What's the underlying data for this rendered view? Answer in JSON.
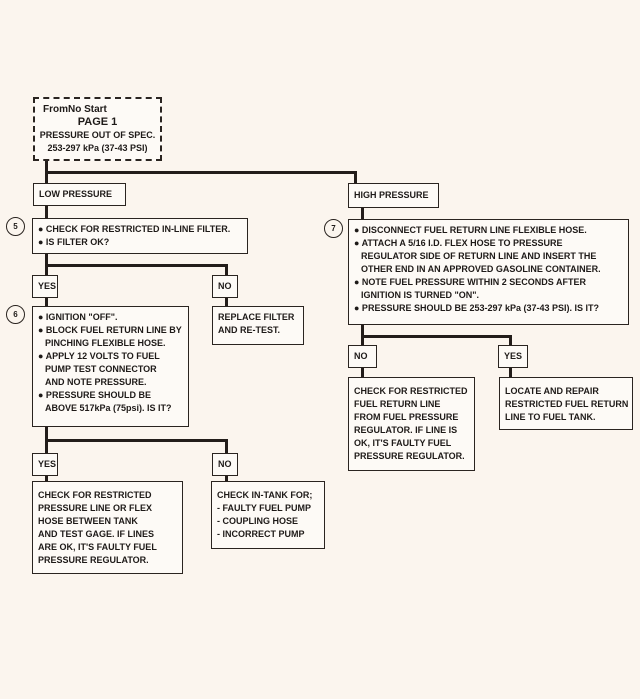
{
  "start": {
    "from": "FromNo Start",
    "page": "PAGE 1",
    "title": "PRESSURE OUT OF SPEC.",
    "range": "253-297 kPa  (37-43 PSI)"
  },
  "low": {
    "label": "LOW PRESSURE",
    "step5": {
      "number": "5",
      "lines": [
        "● CHECK FOR RESTRICTED IN-LINE FILTER.",
        "● IS FILTER OK?"
      ]
    },
    "yes1": "YES",
    "no1": "NO",
    "replace": [
      "REPLACE FILTER",
      "AND RE-TEST."
    ],
    "step6": {
      "number": "6",
      "lines": [
        "● IGNITION \"OFF\".",
        "● BLOCK FUEL RETURN LINE BY",
        "PINCHING FLEXIBLE HOSE.",
        "● APPLY 12 VOLTS TO FUEL",
        "PUMP TEST CONNECTOR",
        "AND NOTE PRESSURE.",
        "● PRESSURE SHOULD BE",
        "ABOVE 517kPa (75psi).  IS IT?"
      ]
    },
    "yes2": "YES",
    "no2": "NO",
    "yes_result": [
      "CHECK FOR RESTRICTED",
      "PRESSURE LINE OR FLEX",
      "HOSE BETWEEN TANK",
      "AND TEST GAGE.  IF LINES",
      "ARE OK, IT'S FAULTY FUEL",
      "PRESSURE REGULATOR."
    ],
    "no_result": [
      "CHECK IN-TANK FOR;",
      "-  FAULTY FUEL PUMP",
      "-  COUPLING HOSE",
      "-  INCORRECT PUMP"
    ]
  },
  "high": {
    "label": "HIGH PRESSURE",
    "step7": {
      "number": "7",
      "lines": [
        "● DISCONNECT FUEL RETURN LINE FLEXIBLE HOSE.",
        "● ATTACH A 5/16 I.D. FLEX HOSE TO PRESSURE",
        "REGULATOR SIDE OF RETURN LINE AND INSERT THE",
        "OTHER END IN  AN  APPROVED GASOLINE CONTAINER.",
        "● NOTE FUEL PRESSURE WITHIN 2 SECONDS AFTER",
        "IGNITION  IS TURNED \"ON\".",
        "● PRESSURE SHOULD BE 253-297 kPa  (37-43 PSI).  IS IT?"
      ]
    },
    "no": "NO",
    "yes": "YES",
    "no_result": [
      "CHECK FOR RESTRICTED",
      "FUEL RETURN LINE",
      "FROM FUEL PRESSURE",
      "REGULATOR. IF LINE IS",
      "OK, IT'S FAULTY FUEL",
      "PRESSURE REGULATOR."
    ],
    "yes_result": [
      "LOCATE AND REPAIR",
      "RESTRICTED FUEL RETURN",
      "LINE TO FUEL TANK."
    ]
  }
}
